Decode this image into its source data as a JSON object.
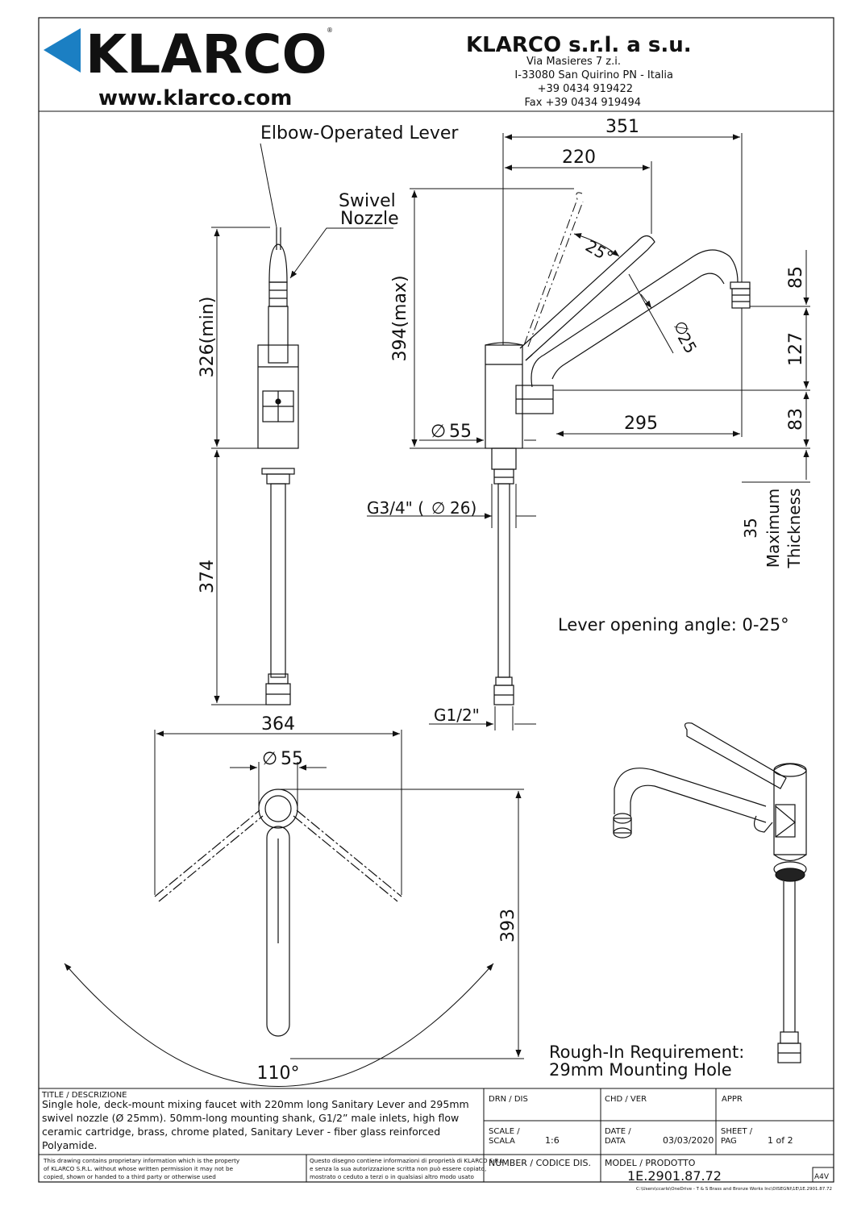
{
  "header": {
    "logo_text": "KLARCO",
    "website": "www.klarco.com",
    "company_name": "KLARCO  s.r.l. a s.u.",
    "address_line1": "Via Masieres 7 z.i.",
    "address_line2": "I-33080 San Quirino PN - Italia",
    "phone": "+39 0434 919422",
    "fax": "Fax  +39 0434 919494",
    "brand_color": "#1b7fc3"
  },
  "labels": {
    "elbow_lever": "Elbow-Operated Lever",
    "swivel_line1": "Swivel",
    "swivel_line2": "Nozzle",
    "lever_angle_note": "Lever opening angle: 0-25°",
    "roughin_line1": "Rough-In Requirement:",
    "roughin_line2": "29mm Mounting Hole",
    "max_thickness_value": "35",
    "max_thickness_line1": "Maximum",
    "max_thickness_line2": "Thickness"
  },
  "dimensions": {
    "d351": "351",
    "d220": "220",
    "angle25": "25°",
    "dia25": "25",
    "d85": "85",
    "d127": "127",
    "d83": "83",
    "d295": "295",
    "dia55_side": "55",
    "d394max": "394(max)",
    "d326min": "326(min)",
    "d374": "374",
    "g34": "G3/4\" (",
    "g34_dia": "26)",
    "g12": "G1/2\"",
    "d364": "364",
    "dia55_top": "55",
    "d393": "393",
    "angle110": "110°"
  },
  "title_block": {
    "title_label": "TITLE / DESCRIZIONE",
    "description_lines": [
      "Single hole, deck-mount mixing faucet with 220mm long Sanitary Lever and 295mm",
      "swivel nozzle (Ø 25mm). 50mm-long mounting shank, G1/2” male inlets, high flow",
      "ceramic cartridge, brass, chrome plated, Sanitary Lever - fiber glass reinforced",
      "Polyamide."
    ],
    "drn_label": "DRN / DIS",
    "chd_label": "CHD / VER",
    "appr_label": "APPR",
    "scale_label1": "SCALE /",
    "scale_label2": "SCALA",
    "scale_value": "1:6",
    "date_label1": "DATE /",
    "date_label2": "DATA",
    "date_value": "03/03/2020",
    "sheet_label1": "SHEET /",
    "sheet_label2": "PAG",
    "sheet_value": "1 of 2",
    "number_label": "NUMBER / CODICE DIS.",
    "model_label": "MODEL / PRODOTTO",
    "model_value": "1E.2901.87.72",
    "paper_size": "A4V",
    "legal_en": [
      "This drawing contains proprietary information which is the property",
      "of KLARCO S.R.L. without whose written permission it may not be",
      "copied, shown or handed to a third party or otherwise used"
    ],
    "legal_it": [
      "Questo disegno contiene informazioni di proprietà di KLARCO S.R.L.",
      "e senza la sua autorizzazione scritta non può essere copiato,",
      "mostrato o ceduto a terzi o in qualsiasi altro modo usato"
    ],
    "file_path": "C:\\Users\\ccarlo\\OneDrive - T & S Brass and Bronze Works Inc\\DISEGNI\\1E\\1E.2901.87.72"
  }
}
